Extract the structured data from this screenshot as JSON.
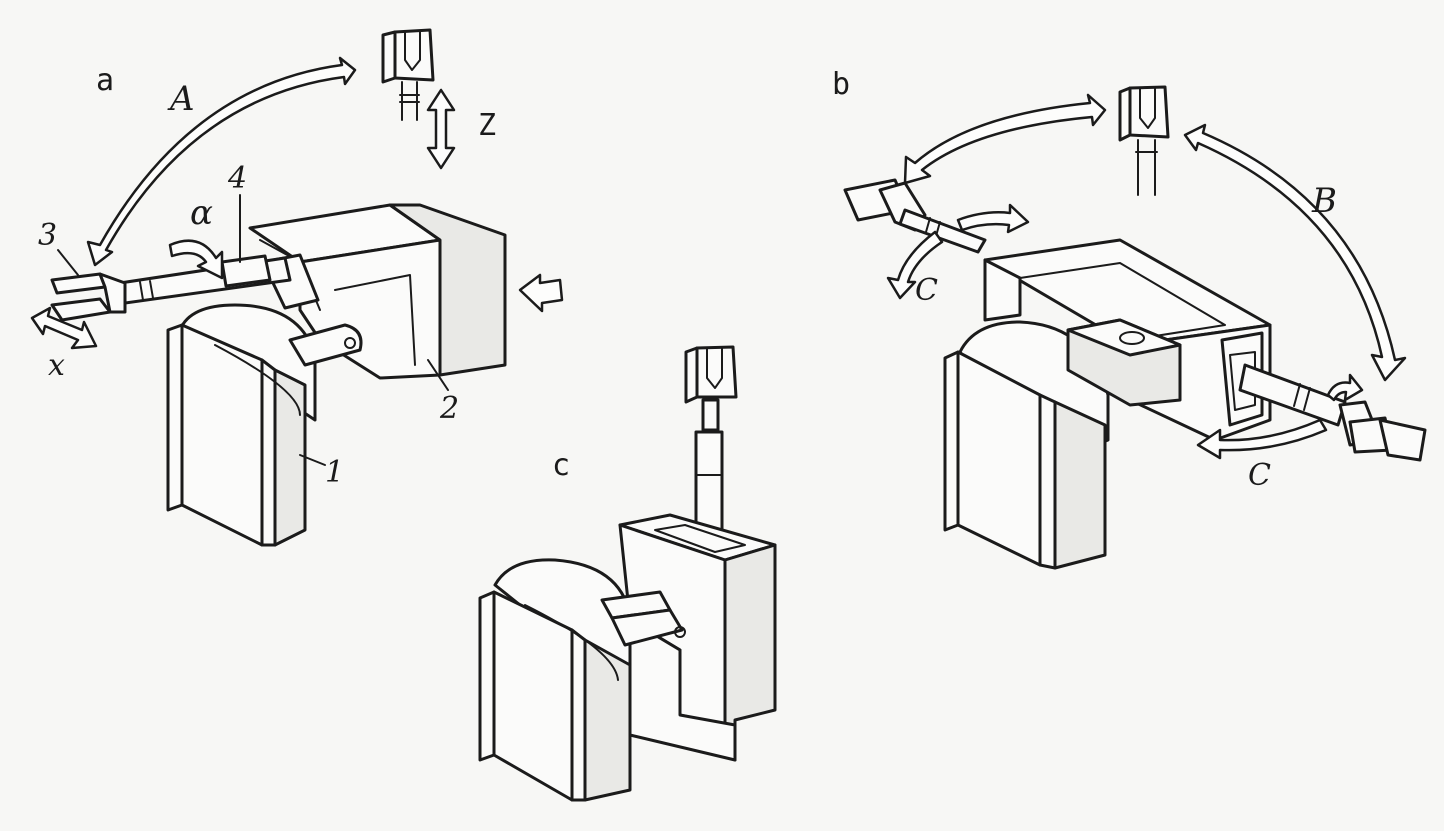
{
  "panels": {
    "a": {
      "label": "a",
      "motions": {
        "arc": "A",
        "vertical": "Z",
        "rotation": "α",
        "linear": "x"
      },
      "parts": {
        "base": "1",
        "carriage": "2",
        "gripper": "3",
        "arm": "4"
      }
    },
    "b": {
      "label": "b",
      "motions": {
        "arc": "B",
        "rotation_upper": "C",
        "rotation_lower": "C"
      }
    },
    "c": {
      "label": "c"
    }
  }
}
